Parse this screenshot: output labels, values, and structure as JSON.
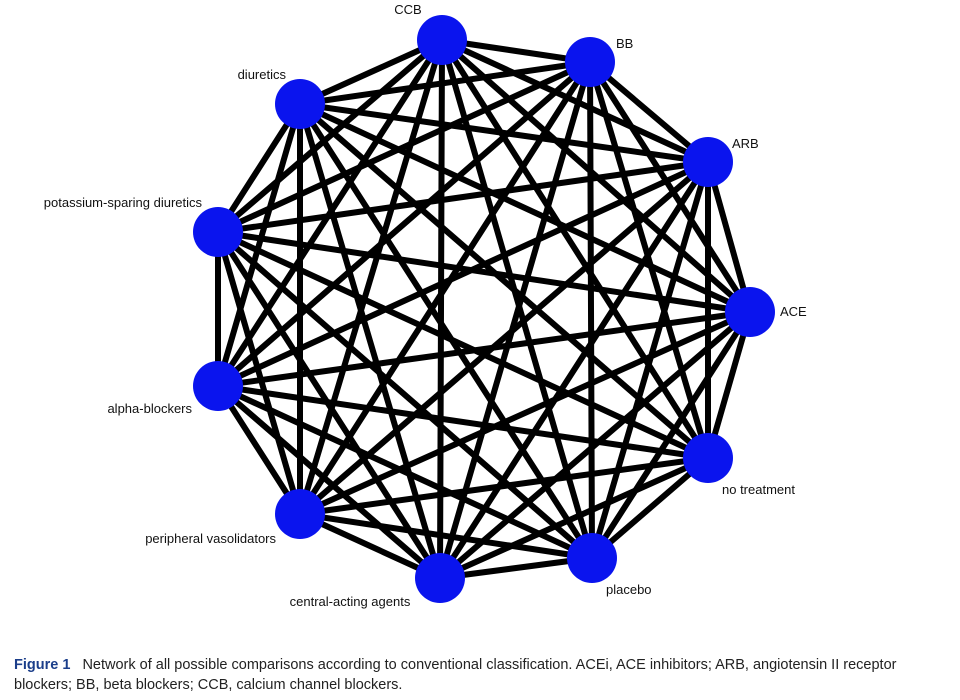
{
  "diagram": {
    "type": "complete-network",
    "node_color": "#0a14ee",
    "edge_color": "#000000",
    "nodes": [
      {
        "id": "ccb",
        "label": "CCB"
      },
      {
        "id": "bb",
        "label": "BB"
      },
      {
        "id": "arb",
        "label": "ARB"
      },
      {
        "id": "ace",
        "label": "ACE"
      },
      {
        "id": "no-treatment",
        "label": "no treatment"
      },
      {
        "id": "placebo",
        "label": "placebo"
      },
      {
        "id": "central-acting",
        "label": "central-acting agents"
      },
      {
        "id": "peripheral-vasolidators",
        "label": "peripheral vasolidators"
      },
      {
        "id": "alpha-blockers",
        "label": "alpha-blockers"
      },
      {
        "id": "potassium-sparing",
        "label": "potassium-sparing diuretics"
      },
      {
        "id": "diuretics",
        "label": "diuretics"
      }
    ]
  },
  "caption": {
    "label": "Figure 1",
    "text": "Network of all possible comparisons according to conventional classification. ACEi, ACE inhibitors; ARB, angiotensin II receptor blockers; BB, beta blockers; CCB, calcium channel blockers."
  }
}
